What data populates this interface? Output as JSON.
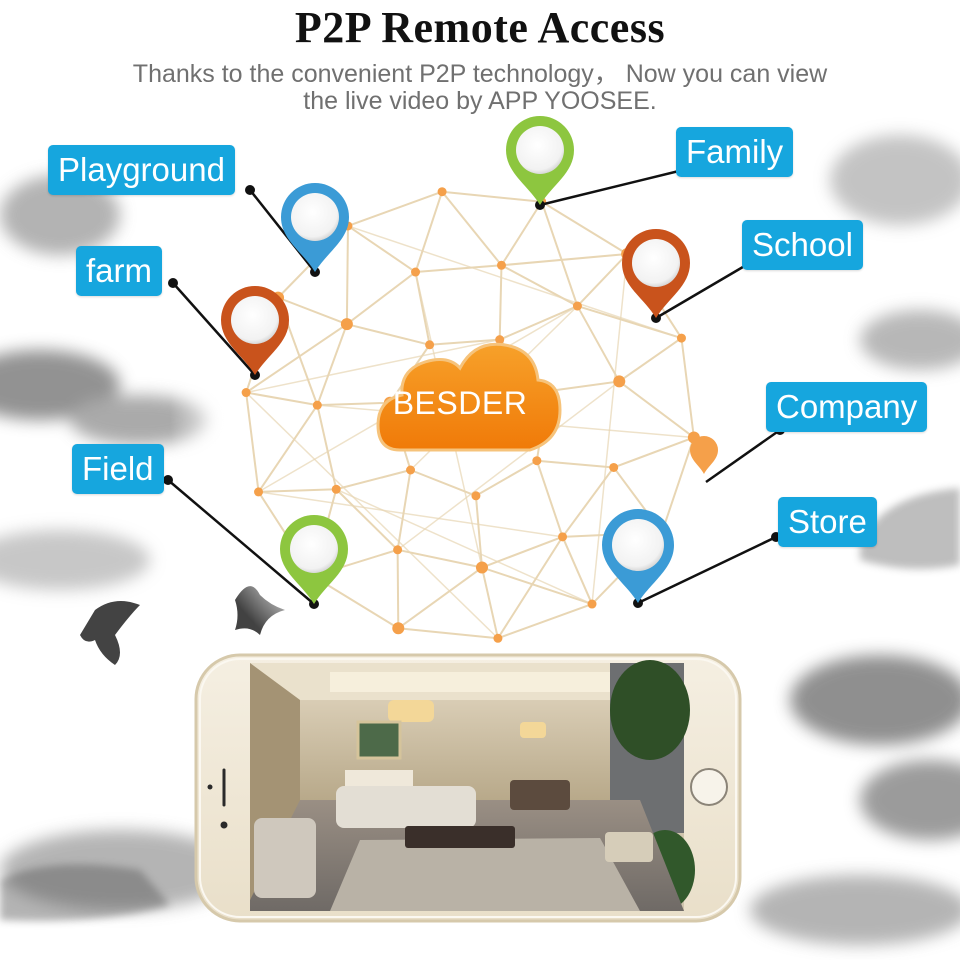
{
  "header": {
    "title": "P2P Remote Access",
    "subtitle_line1": "Thanks to the convenient P2P technology，  Now you can view",
    "subtitle_line2": "the live video by APP YOOSEE."
  },
  "cloud": {
    "label": "BESDER"
  },
  "locations": {
    "playground": "Playground",
    "farm": "farm",
    "field": "Field",
    "family": "Family",
    "school": "School",
    "company": "Company",
    "store": "Store"
  },
  "colors": {
    "tag_bg": "#16a6de",
    "cloud": "#f4890f",
    "pin_blue": "#3b9bd6",
    "pin_green": "#8dc63f",
    "pin_orange": "#c9531c",
    "network_line": "#e8d6b4",
    "network_node": "#f5a04a"
  },
  "icons": [
    "map-pin-icon",
    "cloud-icon",
    "smartphone-icon",
    "home-button-icon"
  ]
}
